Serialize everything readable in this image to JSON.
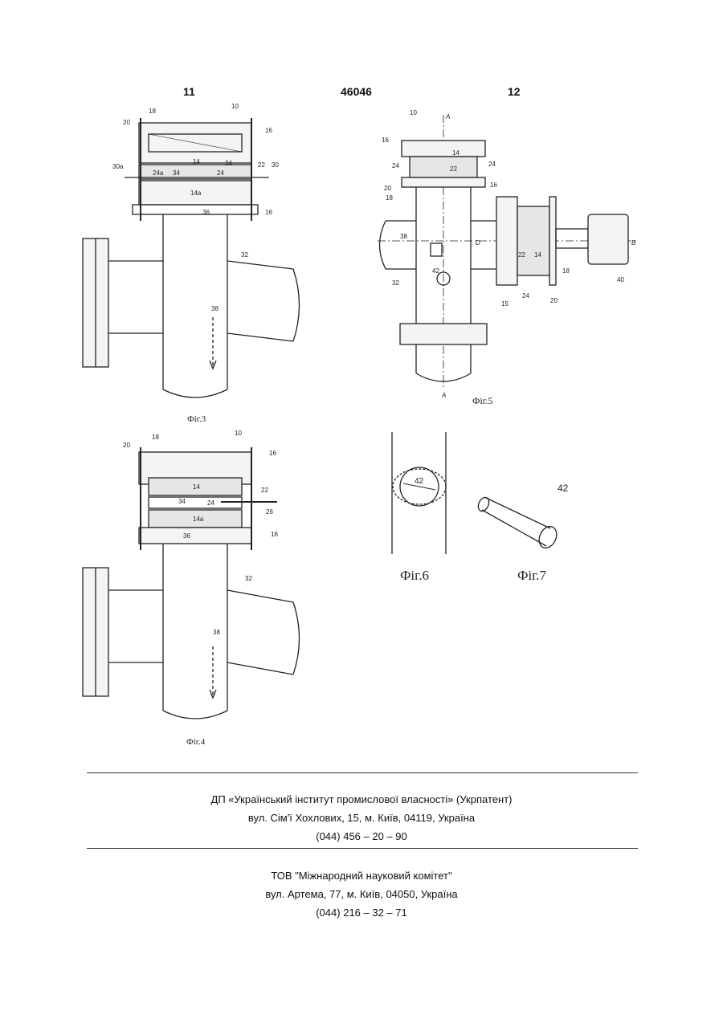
{
  "header": {
    "left": "11",
    "center": "46046",
    "right": "12"
  },
  "figures": {
    "fig3": {
      "caption": "Фіг.3",
      "labels": {
        "l10": "10",
        "l18": "18",
        "l20": "20",
        "l16a": "16",
        "l30a": "30a",
        "l24a": "24a",
        "l24b": "24",
        "l24c": "24",
        "l14": "14",
        "l34": "34",
        "l14a": "14a",
        "l22": "22",
        "l30": "30",
        "l36": "36",
        "l16b": "16",
        "l32": "32",
        "l38": "38"
      }
    },
    "fig4": {
      "caption": "Фіг.4",
      "labels": {
        "l20": "20",
        "l18": "18",
        "l10": "10",
        "l16a": "16",
        "l14": "14",
        "l34": "34",
        "l22": "22",
        "l24": "24",
        "l26": "26",
        "l14a": "14a",
        "l36": "36",
        "l16b": "16",
        "l32": "32",
        "l38": "38"
      }
    },
    "fig5": {
      "caption": "Фіг.5",
      "labels": {
        "l10": "10",
        "lA1": "A",
        "l16a": "16",
        "l14a": "14",
        "l22a": "22",
        "l24a": "24",
        "l24b": "24",
        "l16b": "16",
        "l20a": "20",
        "l18a": "18",
        "l38": "38",
        "lD": "D",
        "lB": "B",
        "l42": "42",
        "l32": "32",
        "l22b": "22",
        "l14b": "14",
        "l18b": "18",
        "l15": "15",
        "l24c": "24",
        "l20b": "20",
        "l40": "40",
        "lA2": "A"
      }
    },
    "fig6": {
      "caption": "Фіг.6",
      "labels": {
        "l42": "42"
      }
    },
    "fig7": {
      "caption": "Фіг.7",
      "labels": {
        "l42": "42"
      }
    }
  },
  "footer": {
    "block1": {
      "line1": "ДП «Український інститут промислової власності» (Укрпатент)",
      "line2": "вул. Сім'ї Хохлових, 15, м. Київ, 04119, Україна",
      "line3": "(044) 456 – 20 – 90"
    },
    "block2": {
      "line1": "ТОВ \"Міжнародний науковий комітет\"",
      "line2": "вул. Артема, 77, м. Київ, 04050, Україна",
      "line3": "(044) 216 – 32 – 71"
    }
  }
}
